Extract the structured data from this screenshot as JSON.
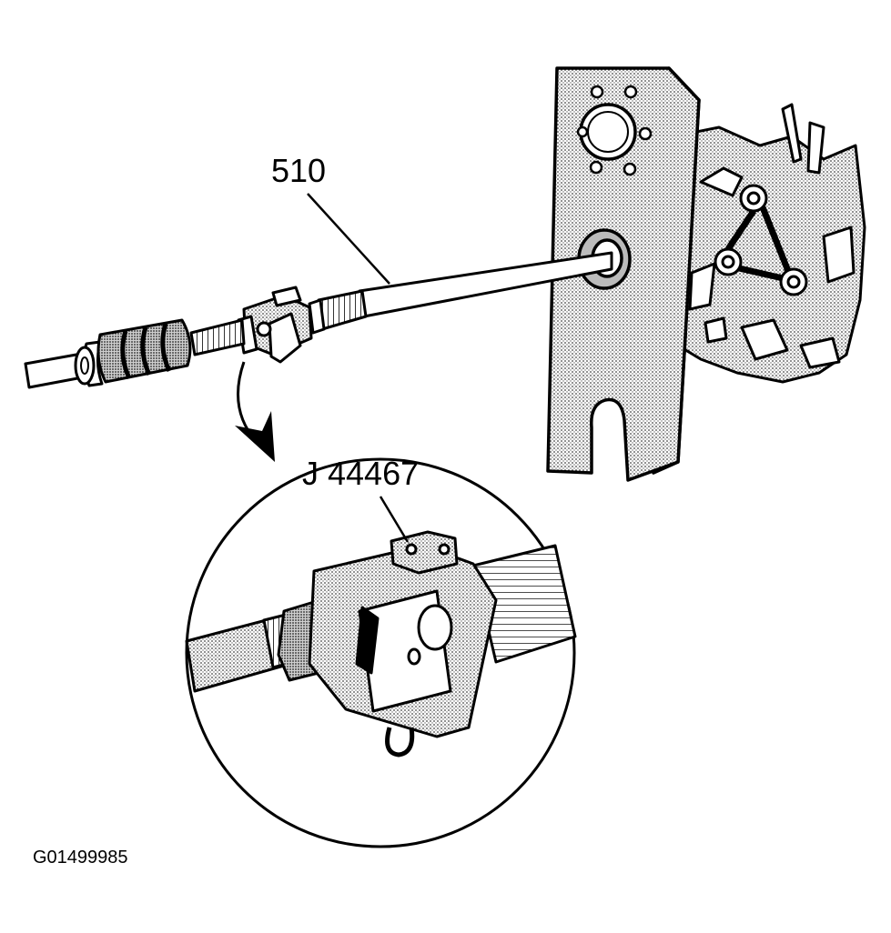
{
  "labels": {
    "part_number": "510",
    "tool_number": "J 44467",
    "figure_id": "G01499985"
  },
  "colors": {
    "ink": "#000000",
    "paper": "#ffffff",
    "shade": "#bdbdbd",
    "shade_dark": "#8a8a8a"
  },
  "icons": {
    "detail_arrow": "curved-arrow-icon"
  }
}
